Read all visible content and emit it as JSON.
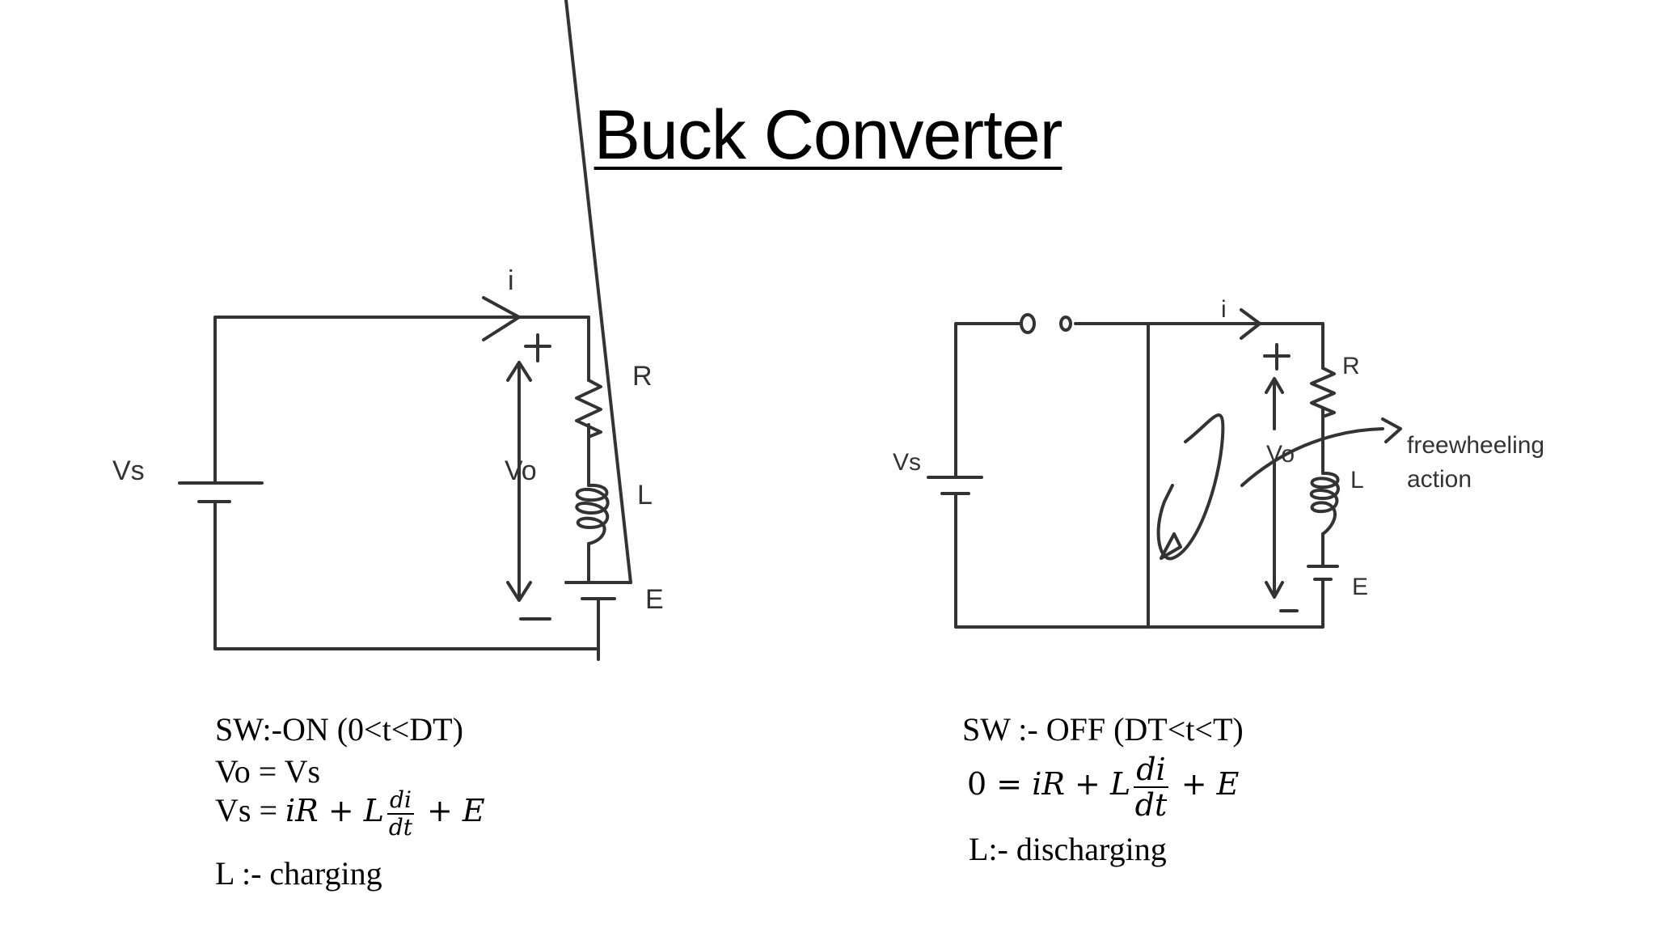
{
  "title": "Buck Converter",
  "left_circuit": {
    "labels": {
      "current": "i",
      "plus": "+",
      "minus": "−",
      "source": "Vs",
      "output": "Vo",
      "resistor": "R",
      "inductor": "L",
      "battery": "E"
    },
    "equations": {
      "line1": "SW:-ON  (0<t<DT)",
      "line2": "Vo = Vs",
      "line3_lhs": "Vs = ",
      "line3_rhs1": "iR",
      "line3_op1": " + ",
      "line3_L": "L",
      "line3_frac_num": "di",
      "line3_frac_den": "dt",
      "line3_op2": " + ",
      "line3_E": "E",
      "line4": "L :- charging"
    }
  },
  "right_circuit": {
    "labels": {
      "current": "i",
      "plus": "+",
      "minus": "−",
      "source": "Vs",
      "output": "Vo",
      "resistor": "R",
      "inductor": "L",
      "battery": "E",
      "annotation_line1": "freewheeling",
      "annotation_line2": "action"
    },
    "equations": {
      "line1": "SW :- OFF (DT<t<T)",
      "line2_lhs": "0 = ",
      "line2_rhs1": "iR",
      "line2_op1": " + ",
      "line2_L": "L",
      "line2_frac_num": "di",
      "line2_frac_den": "dt",
      "line2_op2": " + ",
      "line2_E": "E",
      "line3": "L:- discharging"
    }
  },
  "colors": {
    "line": "#333333",
    "text": "#000000",
    "background": "#ffffff"
  }
}
